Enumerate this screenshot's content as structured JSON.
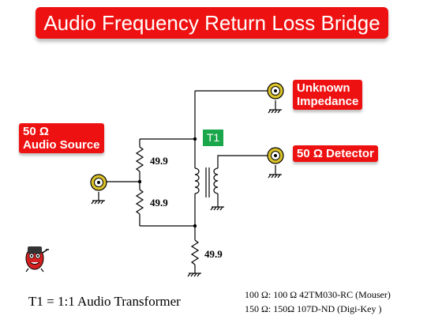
{
  "title": "Audio Frequency  Return Loss Bridge",
  "labels": {
    "unknown_line1": "Unknown",
    "unknown_line2": "Impedance",
    "source_line1": "50 Ω",
    "source_line2": "Audio Source",
    "detector": "50 Ω Detector",
    "transformer": "T1"
  },
  "resistors": {
    "r1": "49.9",
    "r2": "49.9",
    "r3": "49.9"
  },
  "footer": "T1 = 1:1 Audio Transformer",
  "part_notes": [
    "100 Ω: 100 Ω   42TM030-RC (Mouser)",
    "150 Ω: 150Ω    107D-ND (Digi-Key )"
  ],
  "colors": {
    "label_bg": "#ee1111",
    "transformer_tag": "#1aa64a",
    "connector": "#d9c12a"
  }
}
